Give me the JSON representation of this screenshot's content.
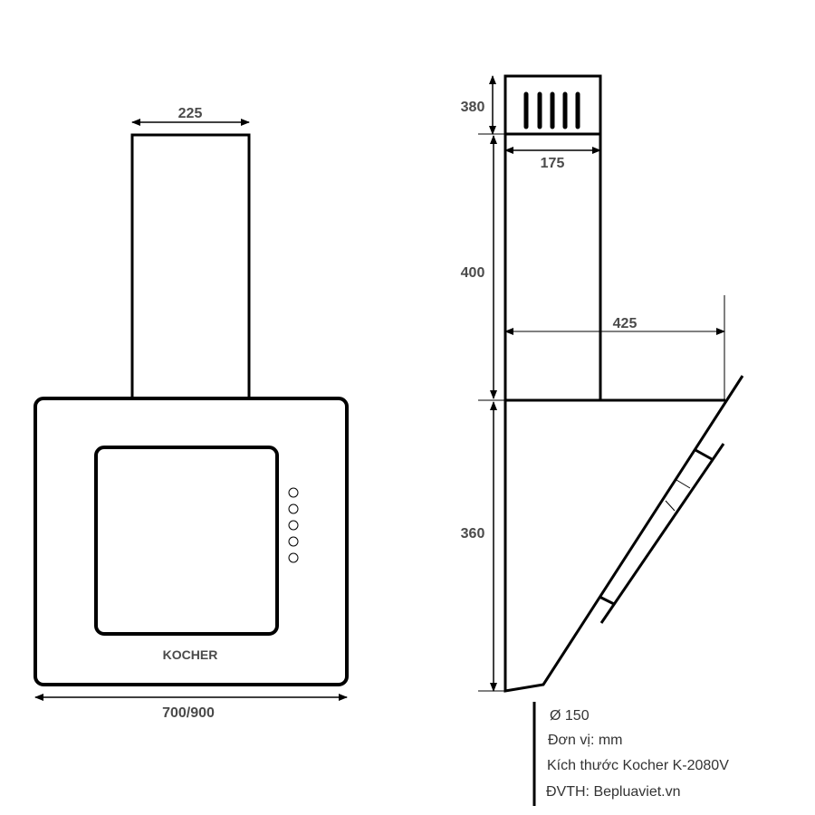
{
  "front_view": {
    "chimney_width_label": "225",
    "body_width_label": "700/900",
    "brand_label": "KOCHER",
    "control_buttons_count": 5
  },
  "side_view": {
    "top_height_label": "380",
    "chimney_depth_label": "175",
    "chimney_height_label": "400",
    "total_depth_label": "425",
    "body_height_label": "360"
  },
  "notes": {
    "diameter": "Ø 150",
    "unit": "Đơn vị: mm",
    "model": "Kích thước Kocher K-2080V",
    "source": "ĐVTH: Bepluaviet.vn"
  },
  "colors": {
    "line": "#000000",
    "dim_text": "#4a4a4a",
    "note_text": "#333333"
  }
}
